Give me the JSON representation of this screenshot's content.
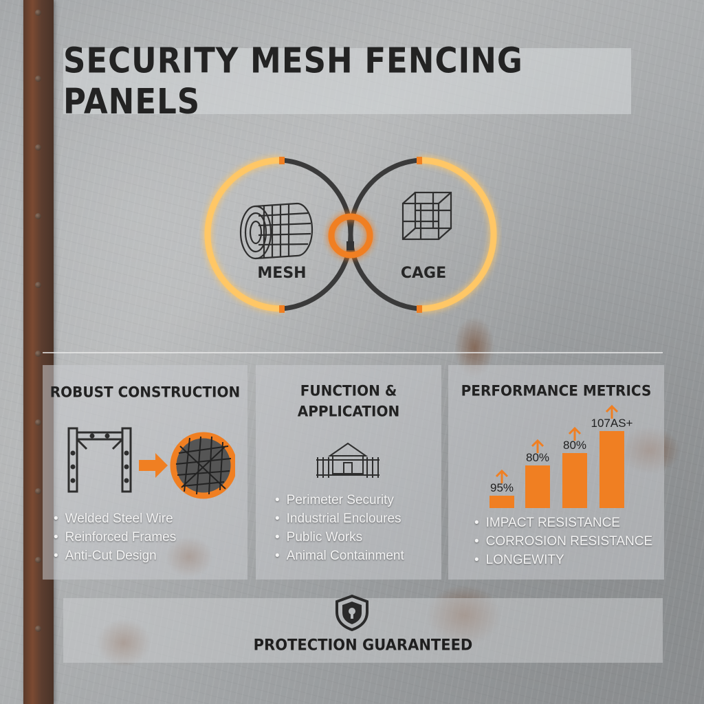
{
  "title": "SECURITY MESH FENCING PANELS",
  "hero": {
    "left_label": "MESH",
    "right_label": "CAGE",
    "left_icon": "mesh-roll-icon",
    "right_icon": "wire-cage-icon"
  },
  "panels": {
    "construction": {
      "title": "ROBUST CONSTRUCTION",
      "items": [
        "Welded Steel Wire",
        "Reinforced Frames",
        "Anti-Cut Design"
      ],
      "icons": [
        "steel-frame-icon",
        "arrow-right-icon",
        "mesh-circle-icon"
      ]
    },
    "function": {
      "title_line1": "FUNCTION &",
      "title_line2": "APPLICATION",
      "items": [
        "Perimeter Security",
        "Industrial Encloures",
        "Public Works",
        "Animal Containment"
      ],
      "icons": [
        "fenced-building-icon"
      ]
    },
    "performance": {
      "title": "PERFORMANCE METRICS",
      "items": [
        "IMPACT RESISTANCE",
        "CORROSION RESISTANCE",
        "LONGEWITY"
      ]
    }
  },
  "chart_data": {
    "type": "bar",
    "values": [
      null,
      null,
      null,
      null
    ],
    "bar_labels": [
      "95%",
      "80%",
      "80%",
      "107AS+"
    ],
    "title": "",
    "xlabel": "",
    "ylabel": ""
  },
  "footer": {
    "text": "PROTECTION GUARANTEED",
    "icon": "shield-lock-icon"
  },
  "colors": {
    "accent": "#f07f22",
    "accent_light": "#ffc766",
    "dark": "#333333",
    "text_light": "#f4f4f4"
  }
}
